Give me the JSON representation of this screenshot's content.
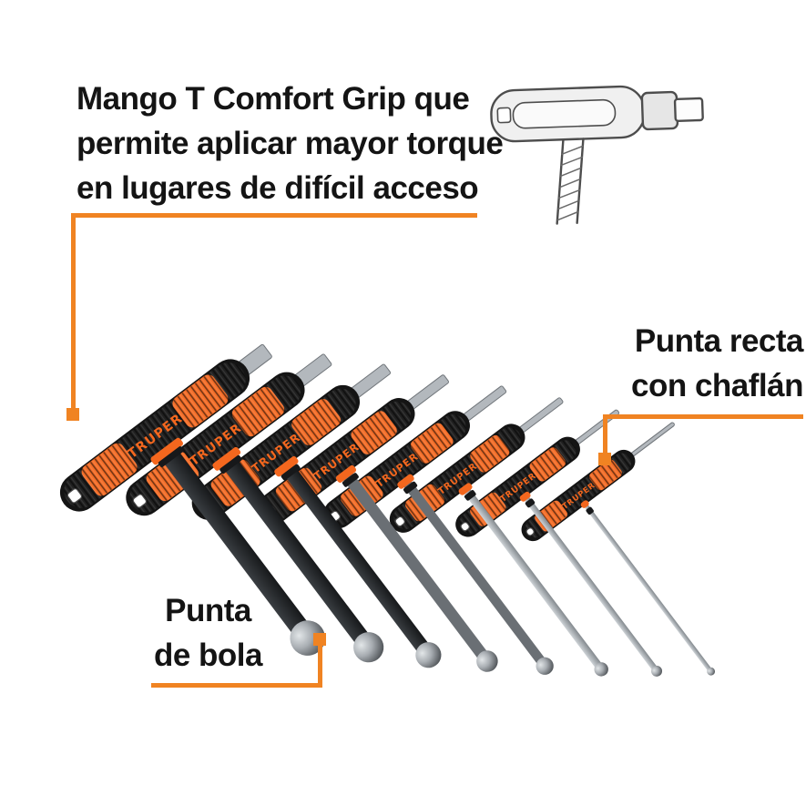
{
  "colors": {
    "background": "#ffffff",
    "brand_orange": "#F4671E",
    "callout_orange": "#F08322",
    "text_black": "#141414"
  },
  "product": {
    "brand": "TRUPER",
    "tool_count": 8
  },
  "annotations": {
    "comfort_grip": {
      "lines": [
        "Mango T Comfort Grip que",
        "permite aplicar mayor torque",
        "en lugares de difícil acceso"
      ]
    },
    "straight_tip": {
      "lines": [
        "Punta recta",
        "con chaflán"
      ]
    },
    "ball_point": {
      "lines": [
        "Punta",
        "de bola"
      ]
    }
  }
}
